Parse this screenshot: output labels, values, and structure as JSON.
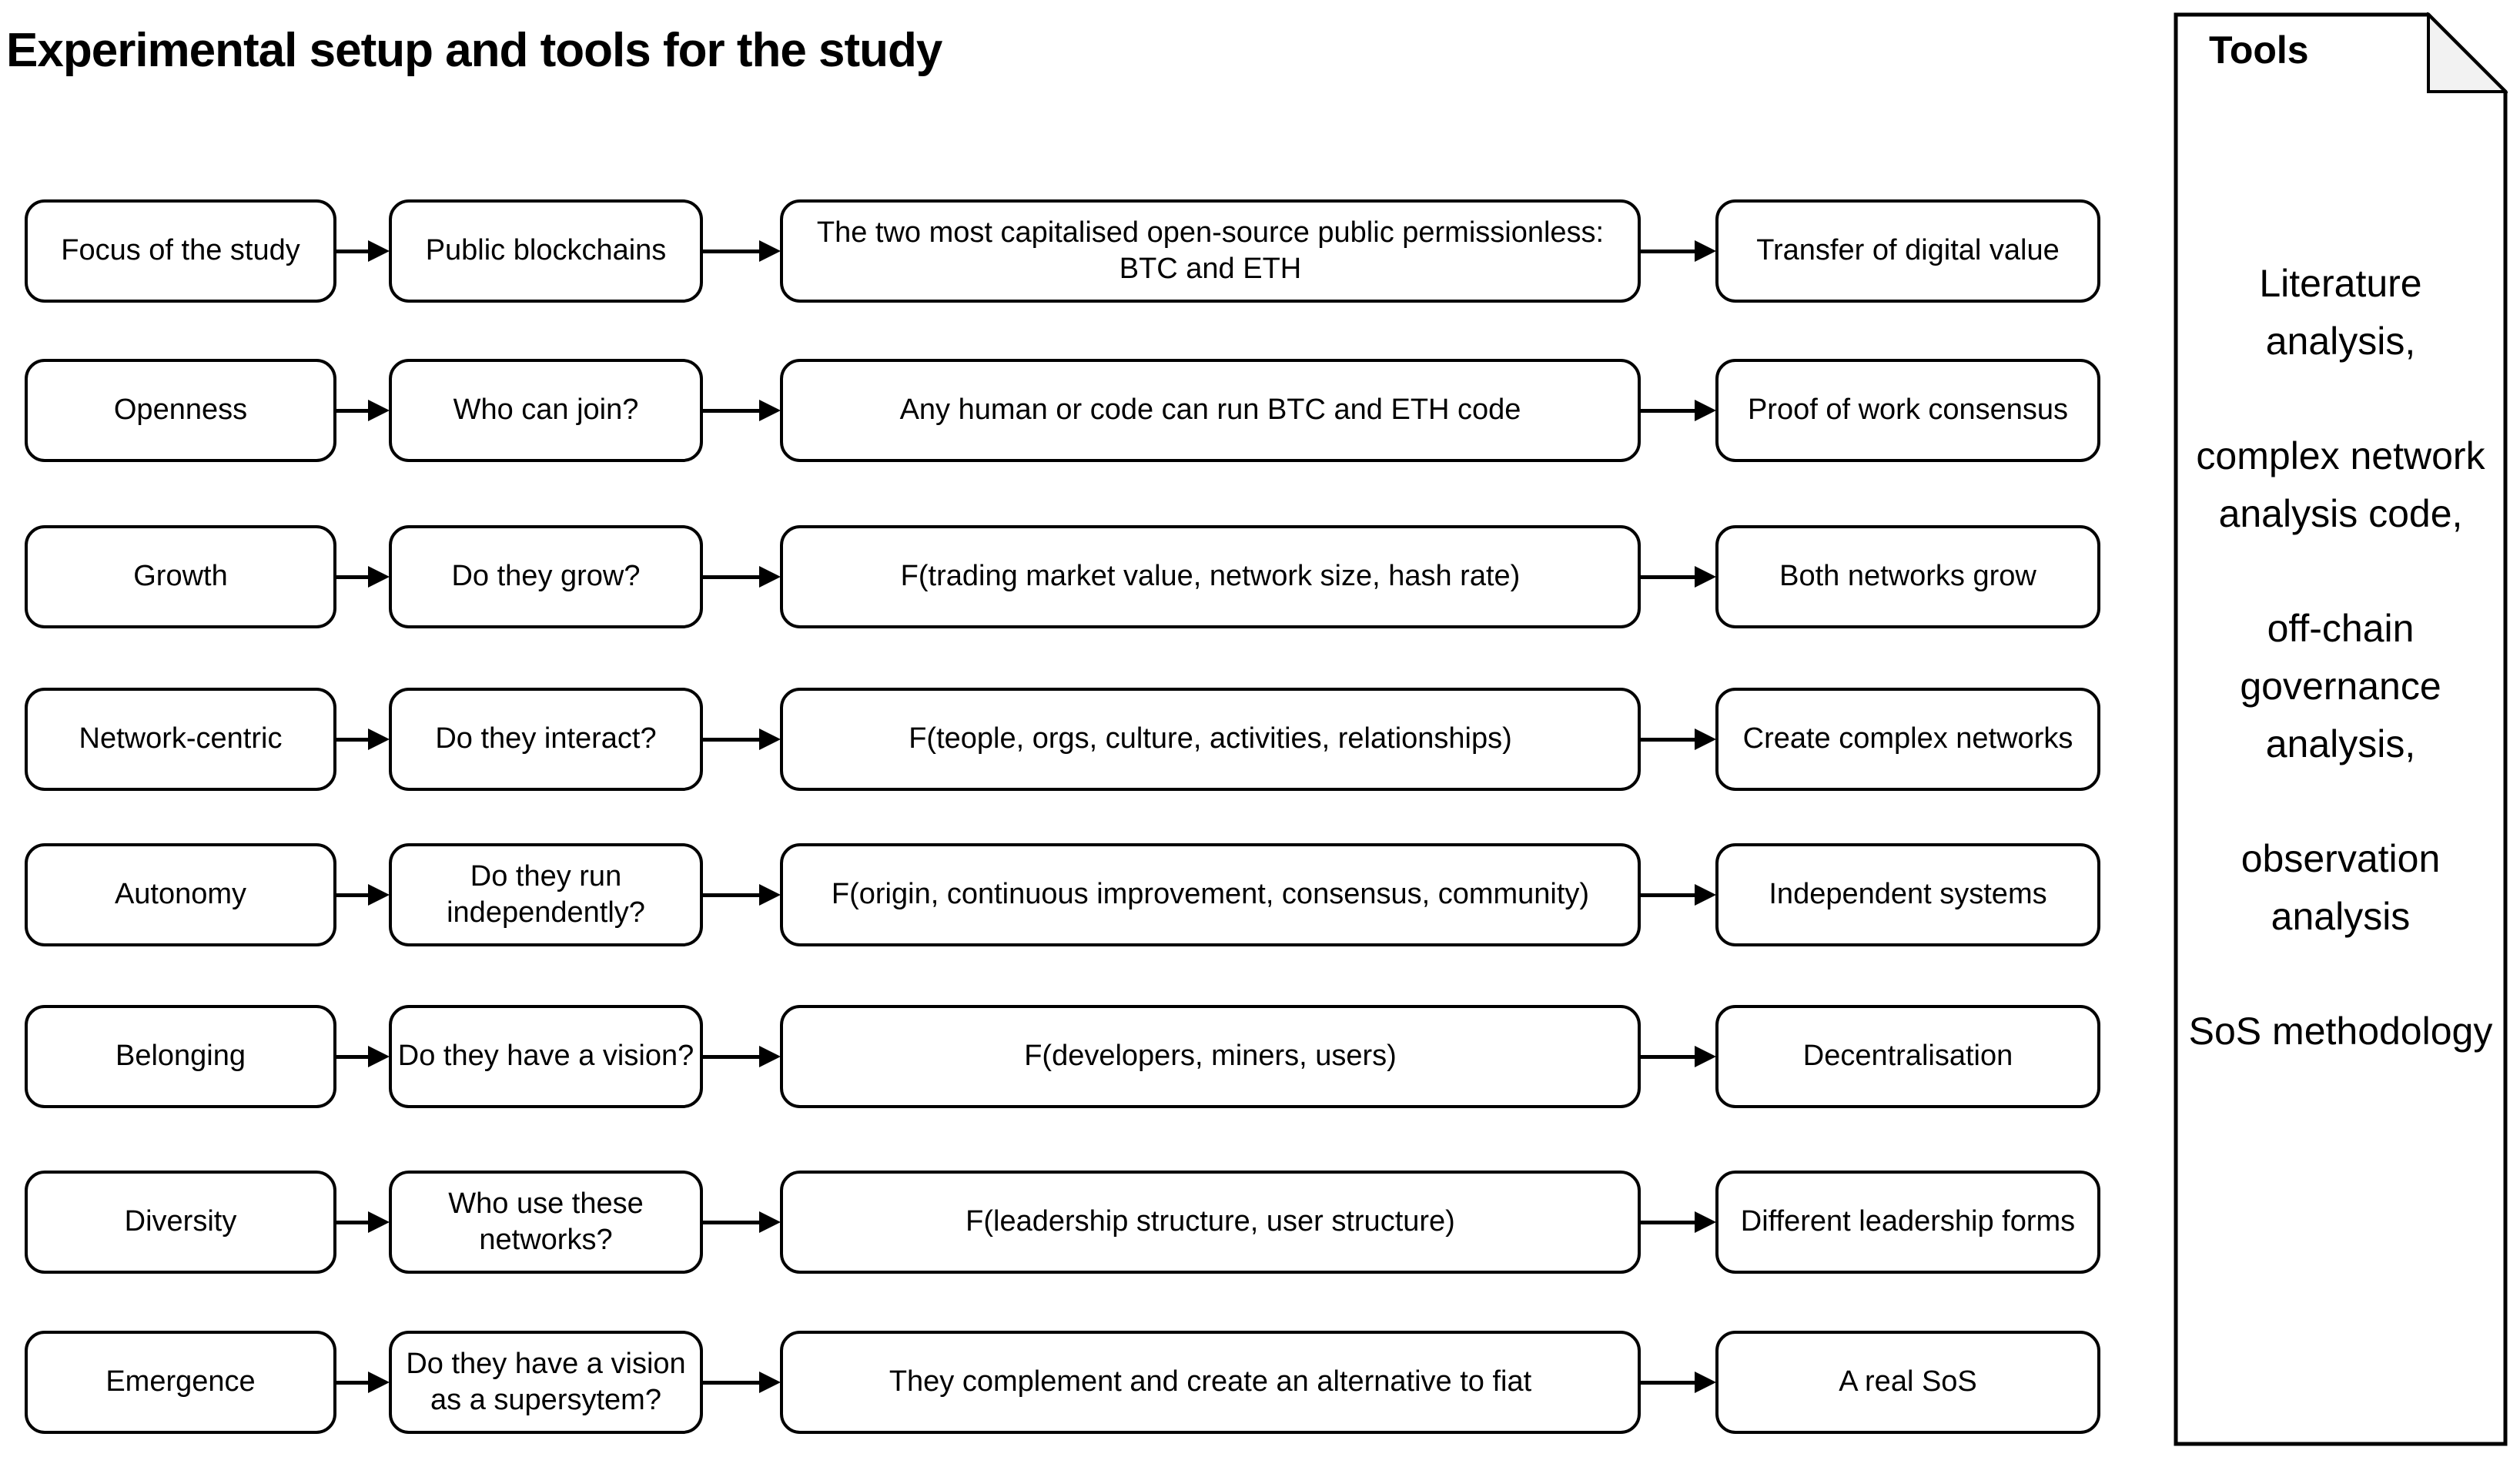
{
  "title": "Experimental setup and tools for the study",
  "rows": [
    {
      "cells": [
        "Focus of the study",
        "Public blockchains",
        "The two most capitalised open-source public permissionless: BTC and ETH",
        "Transfer of digital value"
      ]
    },
    {
      "cells": [
        "Openness",
        "Who can join?",
        "Any human or code can run BTC and ETH code",
        "Proof of work consensus"
      ]
    },
    {
      "cells": [
        "Growth",
        "Do they grow?",
        "F(trading market value, network size, hash rate)",
        "Both networks grow"
      ]
    },
    {
      "cells": [
        "Network-centric",
        "Do they interact?",
        "F(teople, orgs, culture, activities, relationships)",
        "Create complex networks"
      ]
    },
    {
      "cells": [
        "Autonomy",
        "Do they run independently?",
        "F(origin, continuous improvement, consensus, community)",
        "Independent systems"
      ]
    },
    {
      "cells": [
        "Belonging",
        "Do they have a vision?",
        "F(developers, miners, users)",
        "Decentralisation"
      ]
    },
    {
      "cells": [
        "Diversity",
        "Who use these networks?",
        "F(leadership structure, user structure)",
        "Different leadership forms"
      ]
    },
    {
      "cells": [
        "Emergence",
        "Do they have a vision as a supersytem?",
        "They complement and create an alternative to fiat",
        "A real SoS"
      ]
    }
  ],
  "tools": {
    "title": "Tools",
    "items": [
      "Literature analysis,",
      "complex network analysis code,",
      "off-chain governance analysis,",
      "observation analysis",
      "SoS methodology"
    ]
  },
  "colors": {
    "stroke": "#000000",
    "box_fill": "#ffffff",
    "fold_fill": "#f2f2f2"
  }
}
